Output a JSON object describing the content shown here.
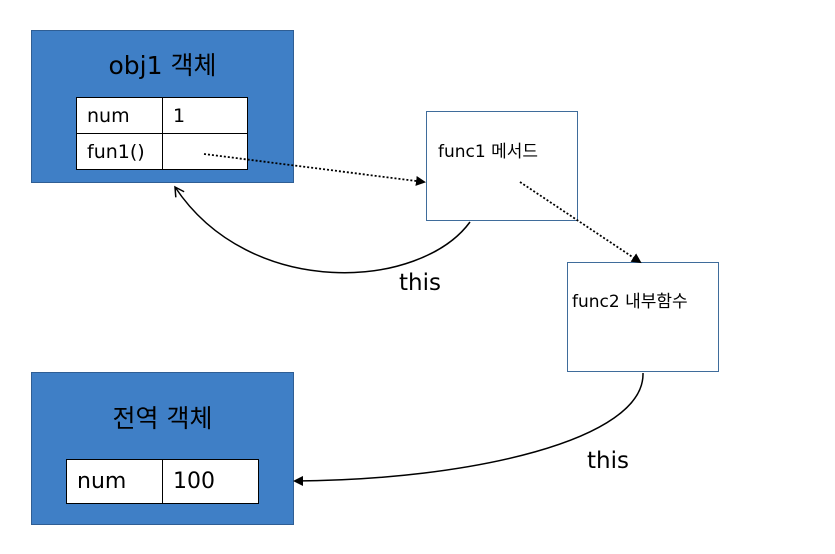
{
  "obj1": {
    "title": "obj1 객체",
    "rows": [
      {
        "key": "num",
        "value": "1"
      },
      {
        "key": "fun1()",
        "value": ""
      }
    ]
  },
  "global": {
    "title": "전역 객체",
    "rows": [
      {
        "key": "num",
        "value": "100"
      }
    ]
  },
  "func1": {
    "label": "func1 메서드"
  },
  "func2": {
    "label": "func2 내부함수"
  },
  "arrows": {
    "this1": "this",
    "this2": "this"
  }
}
